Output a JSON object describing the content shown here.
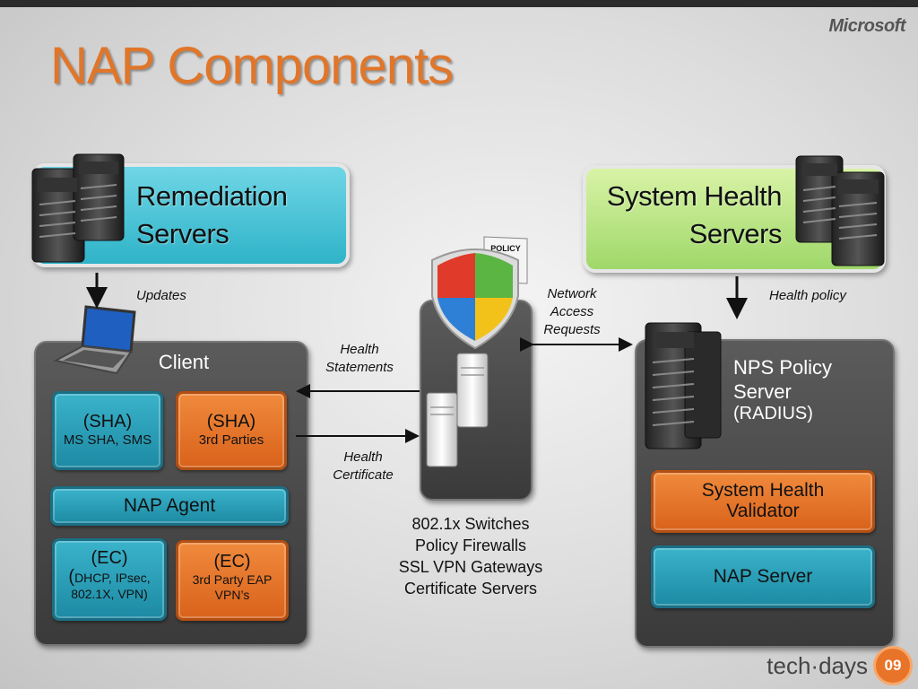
{
  "logo": "Microsoft",
  "title": "NAP Components",
  "remediation": {
    "line1": "Remediation",
    "line2": "Servers"
  },
  "system_health_servers": {
    "line1": "System Health",
    "line2": "Servers"
  },
  "labels": {
    "updates": "Updates",
    "health_policy": "Health policy",
    "network_access_requests": [
      "Network",
      "Access",
      "Requests"
    ],
    "health_statements": [
      "Health",
      "Statements"
    ],
    "health_certificate": [
      "Health",
      "Certificate"
    ],
    "policy_tag": "POLICY"
  },
  "client": {
    "title": "Client",
    "sha_ms": {
      "line1": "(SHA)",
      "line2": "MS SHA, SMS"
    },
    "sha_3rd": {
      "line1": "(SHA)",
      "line2": "3rd Parties"
    },
    "nap_agent": "NAP Agent",
    "ec_ms": {
      "line1": "(EC)",
      "line2": "(",
      "line3": "DHCP, IPsec,",
      "line4": "802.1X, VPN)"
    },
    "ec_3rd": {
      "line1": "(EC)",
      "line2": "3rd Party EAP",
      "line3": "VPN’s"
    }
  },
  "enforcement_points": [
    "802.1x Switches",
    "Policy Firewalls",
    "SSL VPN Gateways",
    "Certificate Servers"
  ],
  "nps": {
    "line1": "NPS Policy",
    "line2": "Server",
    "line3": "(RADIUS)",
    "shv": {
      "line1": "System Health",
      "line2": "Validator"
    },
    "nap_server": "NAP Server"
  },
  "footer": {
    "brand": "tech·days",
    "badge": "09"
  },
  "colors": {
    "title": "#e0762a",
    "teal": "#2fb3c8",
    "green": "#9fd86a",
    "orange": "#e8742a",
    "panel": "#4a4a4a"
  },
  "icons": [
    "server-rack-icon",
    "laptop-icon",
    "security-shield-icon",
    "white-server-icon"
  ]
}
